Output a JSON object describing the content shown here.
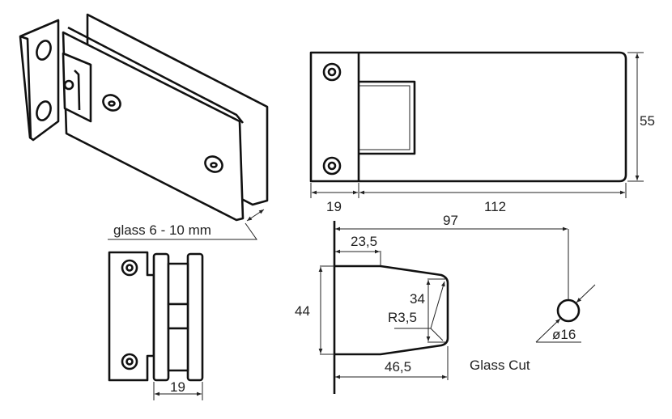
{
  "isometric_view": {
    "glass_label": "glass 6 - 10 mm"
  },
  "front_view": {
    "height_label": "55",
    "plate_width_label": "19",
    "clamp_length_label": "112"
  },
  "side_view": {
    "width_label": "19"
  },
  "glass_cut": {
    "title": "Glass Cut",
    "hole_distance_label": "97",
    "notch_depth_label": "23,5",
    "cut_height_label": "44",
    "inner_height_label": "34",
    "radius_label": "R3,5",
    "cut_length_label": "46,5",
    "hole_diameter_label": "ø16"
  }
}
